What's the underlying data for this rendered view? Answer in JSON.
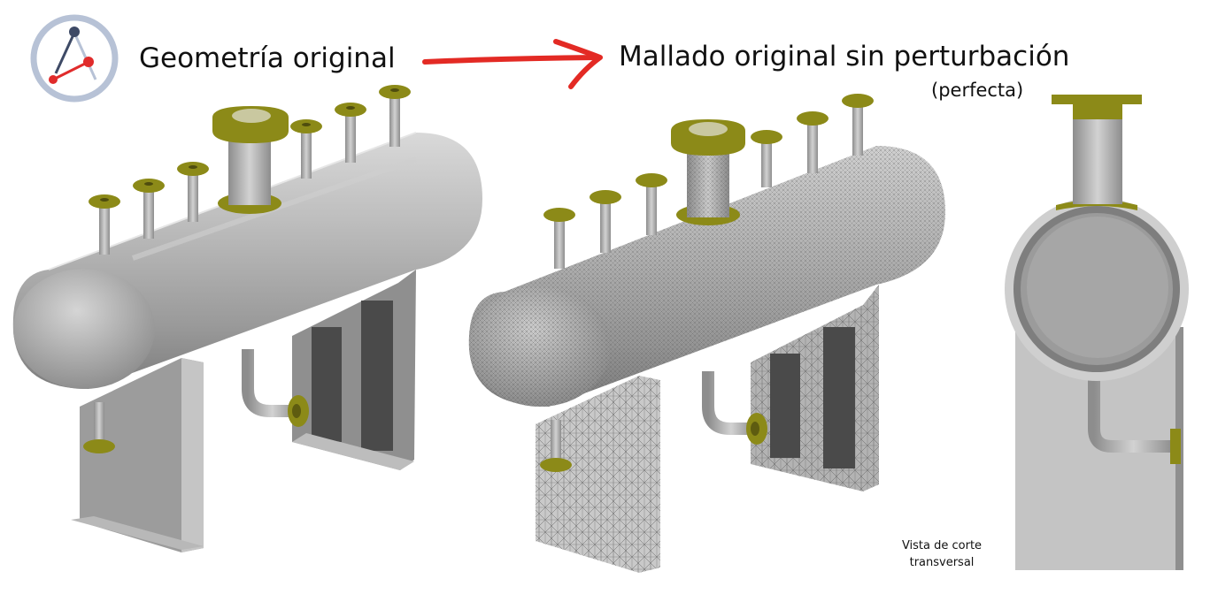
{
  "titles": {
    "left": "Geometría original",
    "right": "Mallado original sin perturbación",
    "right_sub": "(perfecta)"
  },
  "caption": {
    "line1": "Vista de corte",
    "line2": "transversal"
  },
  "colors": {
    "accent_arrow": "#e32a24",
    "flange": "#8c8a18",
    "steel": "#a9a9a9",
    "logo_ring": "#b7c2d6",
    "logo_dark": "#3e4a66",
    "logo_red": "#e02b2b"
  },
  "icons": [
    "logo-icon",
    "arrow-right-icon"
  ]
}
